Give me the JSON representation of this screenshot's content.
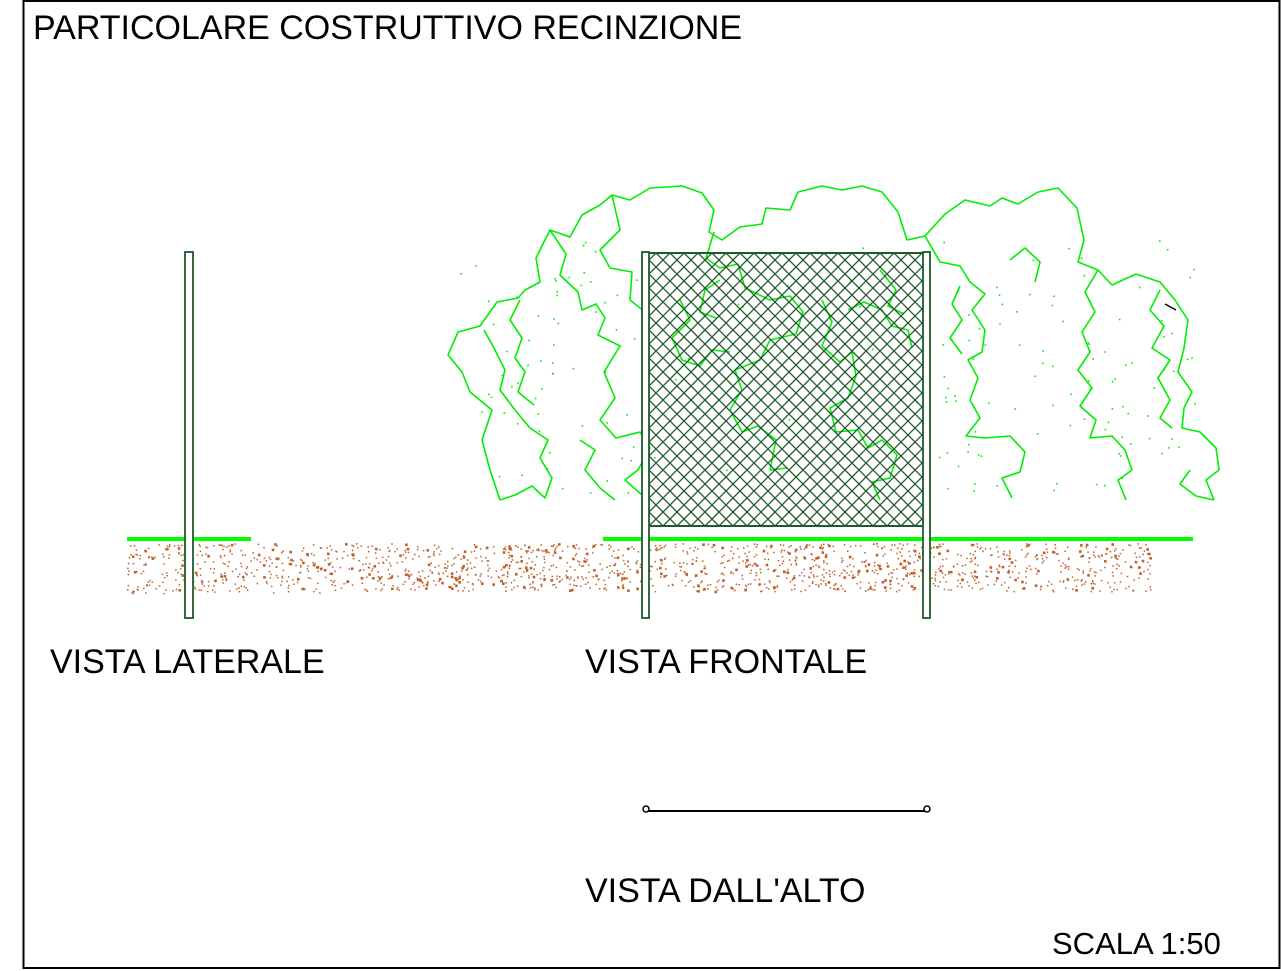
{
  "drawing": {
    "title": "PARTICOLARE COSTRUTTIVO RECINZIONE",
    "views": {
      "side": "VISTA LATERALE",
      "front": "VISTA FRONTALE",
      "top": "VISTA DALL'ALTO"
    },
    "scale": "SCALA 1:50"
  },
  "colors": {
    "frame": "#000000",
    "post": "#1f5a2c",
    "mesh": "#1f5a2c",
    "ground_line": "#00ff00",
    "shrub": "#00ee00",
    "soil": "#c0602a",
    "text": "#000000"
  }
}
